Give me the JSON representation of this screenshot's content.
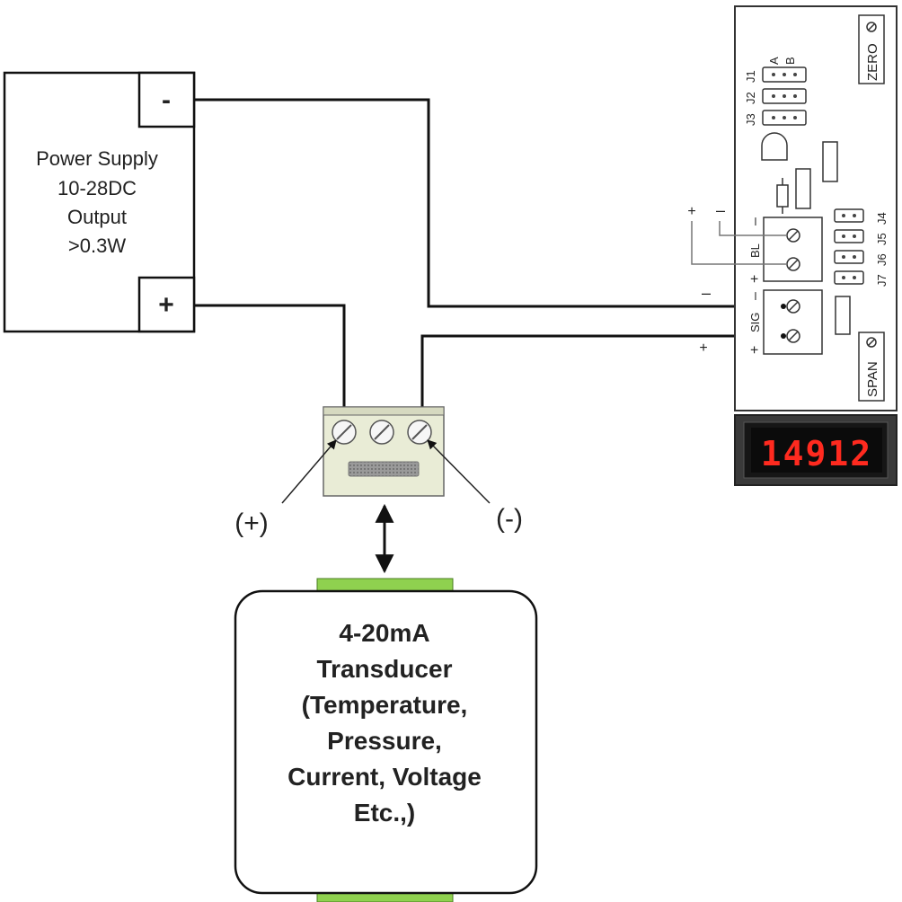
{
  "power_supply": {
    "terminal_minus": "-",
    "terminal_plus": "+",
    "lines": [
      "Power Supply",
      "10-28DC",
      "Output",
      ">0.3W"
    ]
  },
  "meter": {
    "zero_label": "ZERO",
    "span_label": "SPAN",
    "jumper_labels": {
      "j1": "J1",
      "j2": "J2",
      "j3": "J3",
      "a": "A",
      "b": "B",
      "j4": "J4",
      "j5": "J5",
      "j6": "J6",
      "j7": "J7"
    },
    "bl_terminal": {
      "label": "BL",
      "minus": "–",
      "plus": "+"
    },
    "sig_terminal": {
      "label": "SIG",
      "minus": "–",
      "plus": "+"
    },
    "bl_lead_plus": "+",
    "bl_lead_minus": "–",
    "sig_lead_minus": "–",
    "sig_lead_plus": "+",
    "display_value": "14912",
    "display_color": "#ff2a1f"
  },
  "terminal_block": {
    "plus_label": "(+)",
    "minus_label": "(-)"
  },
  "transducer": {
    "lines": [
      "4-20mA",
      "Transducer",
      "(Temperature,",
      "Pressure,",
      "Current, Voltage",
      "Etc.,)"
    ],
    "connector_color": "#8fd14f"
  }
}
